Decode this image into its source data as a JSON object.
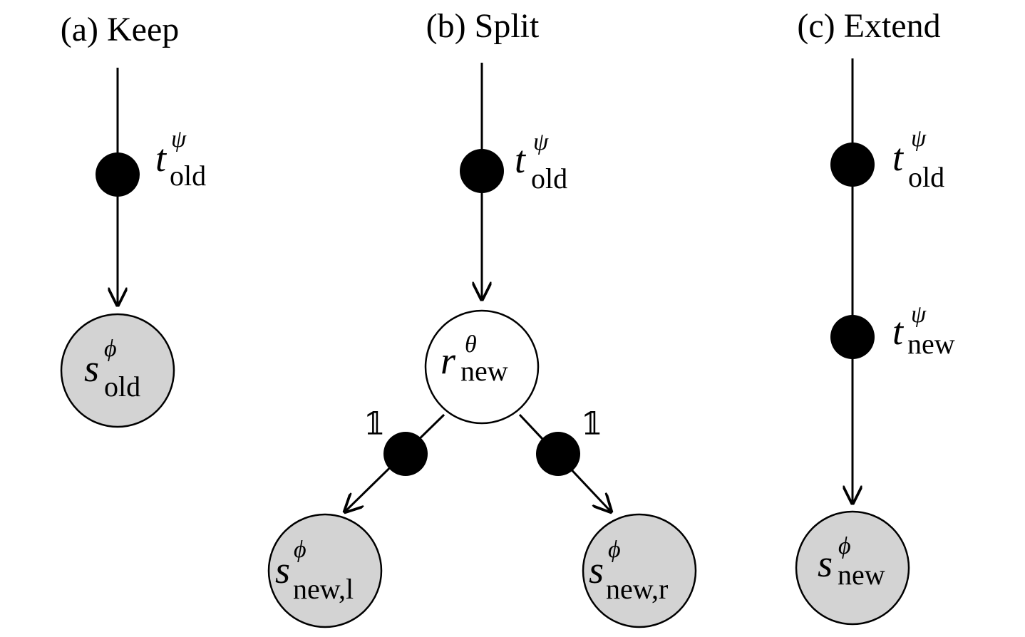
{
  "panels": {
    "keep": {
      "title": "(a) Keep",
      "factor": {
        "sym": "t",
        "sup": "ψ",
        "sub": "old"
      },
      "node": {
        "sym": "s",
        "sup": "ϕ",
        "sub": "old"
      }
    },
    "split": {
      "title": "(b) Split",
      "factor": {
        "sym": "t",
        "sup": "ψ",
        "sub": "old"
      },
      "router": {
        "sym": "r",
        "sup": "θ",
        "sub": "new"
      },
      "left_indicator": "𝟙",
      "right_indicator": "𝟙",
      "left_node": {
        "sym": "s",
        "sup": "ϕ",
        "sub": "new,l"
      },
      "right_node": {
        "sym": "s",
        "sup": "ϕ",
        "sub": "new,r"
      }
    },
    "extend": {
      "title": "(c) Extend",
      "factor_old": {
        "sym": "t",
        "sup": "ψ",
        "sub": "old"
      },
      "factor_new": {
        "sym": "t",
        "sup": "ψ",
        "sub": "new"
      },
      "node": {
        "sym": "s",
        "sup": "ϕ",
        "sub": "new"
      }
    }
  },
  "colors": {
    "observed_node": "#d3d3d3",
    "latent_node": "#ffffff",
    "line": "#000000"
  }
}
